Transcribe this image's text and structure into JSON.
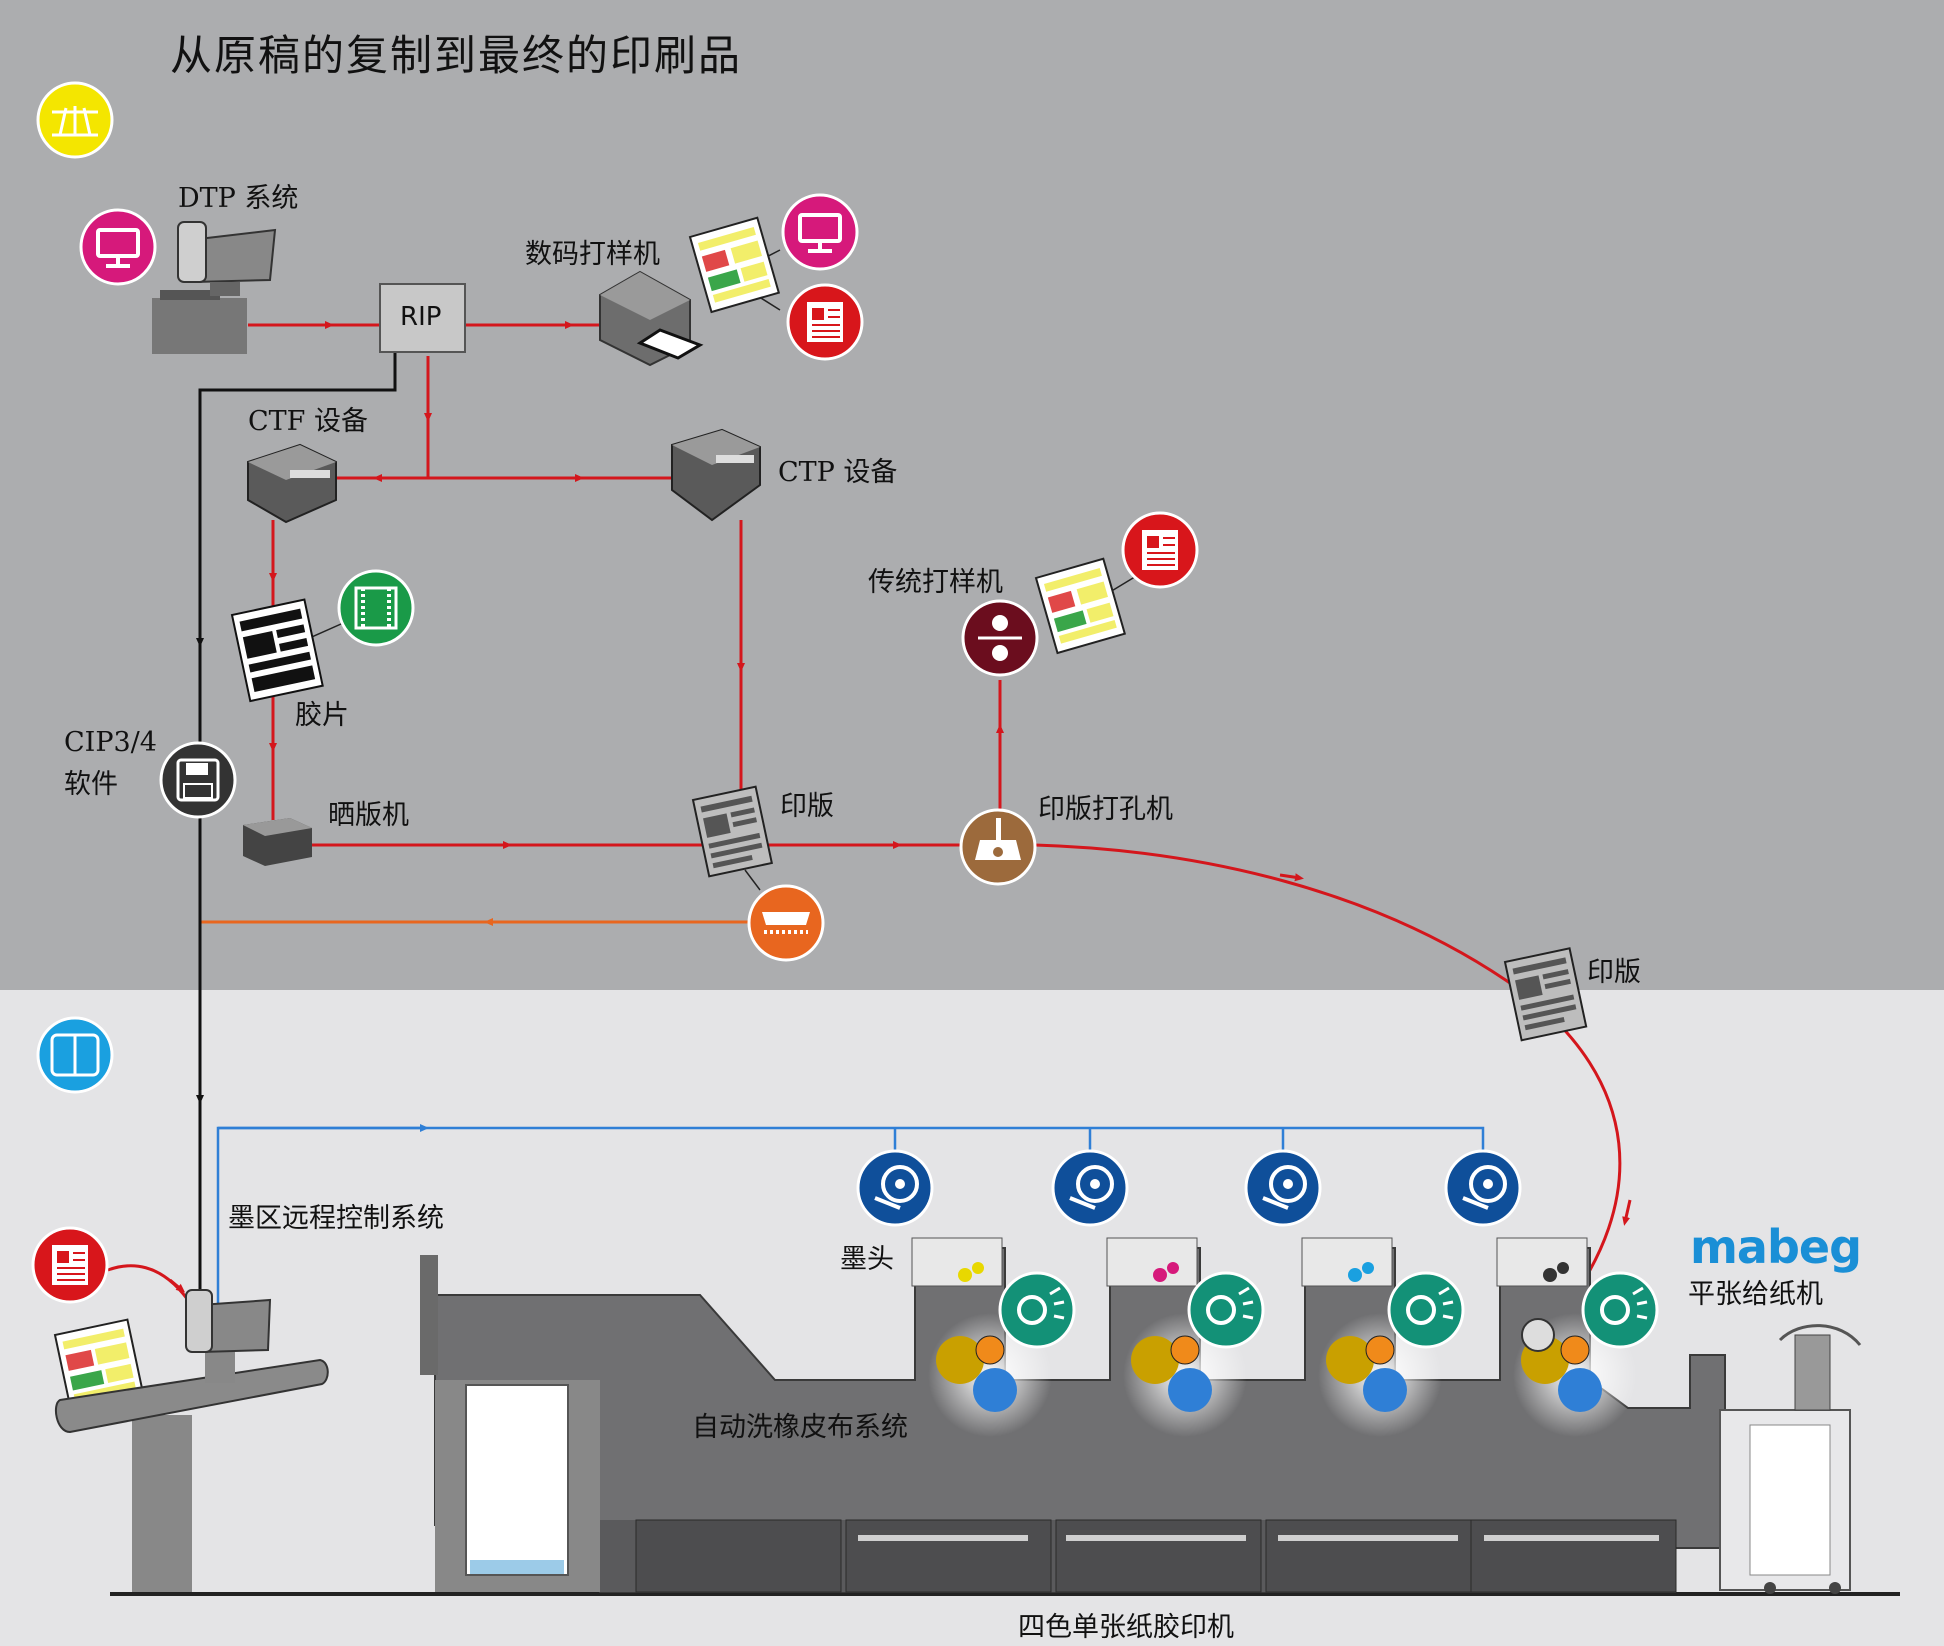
{
  "title": "从原稿的复制到最终的印刷品",
  "labels": {
    "dtp": "DTP 系统",
    "rip": "RIP",
    "digital_proofer": "数码打样机",
    "ctf": "CTF 设备",
    "ctp": "CTP 设备",
    "film": "胶片",
    "cip_line1": "CIP3/4",
    "cip_line2": "软件",
    "plate_exposer": "晒版机",
    "plate_center": "印版",
    "plate_punch": "印版打孔机",
    "conventional_proofer": "传统打样机",
    "plate_right": "印版",
    "ink_remote": "墨区远程控制系统",
    "ink_head": "墨头",
    "blanket_wash": "自动洗橡皮布系统",
    "feeder": "平张给纸机",
    "press": "四色单张纸胶印机",
    "brand": "mabeg"
  },
  "colors": {
    "prepress_bg": "#acadaf",
    "press_bg": "#e4e4e6",
    "flow_red": "#d4161c",
    "flow_black": "#111111",
    "flow_blue": "#2f7fd6",
    "flow_orange": "#e8661f",
    "icon_magenta": "#d6197b",
    "icon_red": "#d8161b",
    "icon_green": "#1a9a48",
    "icon_darkred": "#6b0d1e",
    "icon_brown": "#9c6a3c",
    "icon_orange": "#e8661f",
    "icon_blue": "#0f4f9a",
    "icon_teal": "#139177",
    "icon_yellow": "#f4e600",
    "icon_cyan": "#1aa0e0",
    "press_body": "#707072"
  },
  "icons": [
    "sun-rays-icon",
    "monitor-icon",
    "document-icon",
    "film-icon",
    "floppy-disk-icon",
    "plate-reel-icon",
    "punch-icon",
    "plate-process-icon",
    "ink-roller-icon",
    "wash-system-icon",
    "ink-network-icon"
  ]
}
